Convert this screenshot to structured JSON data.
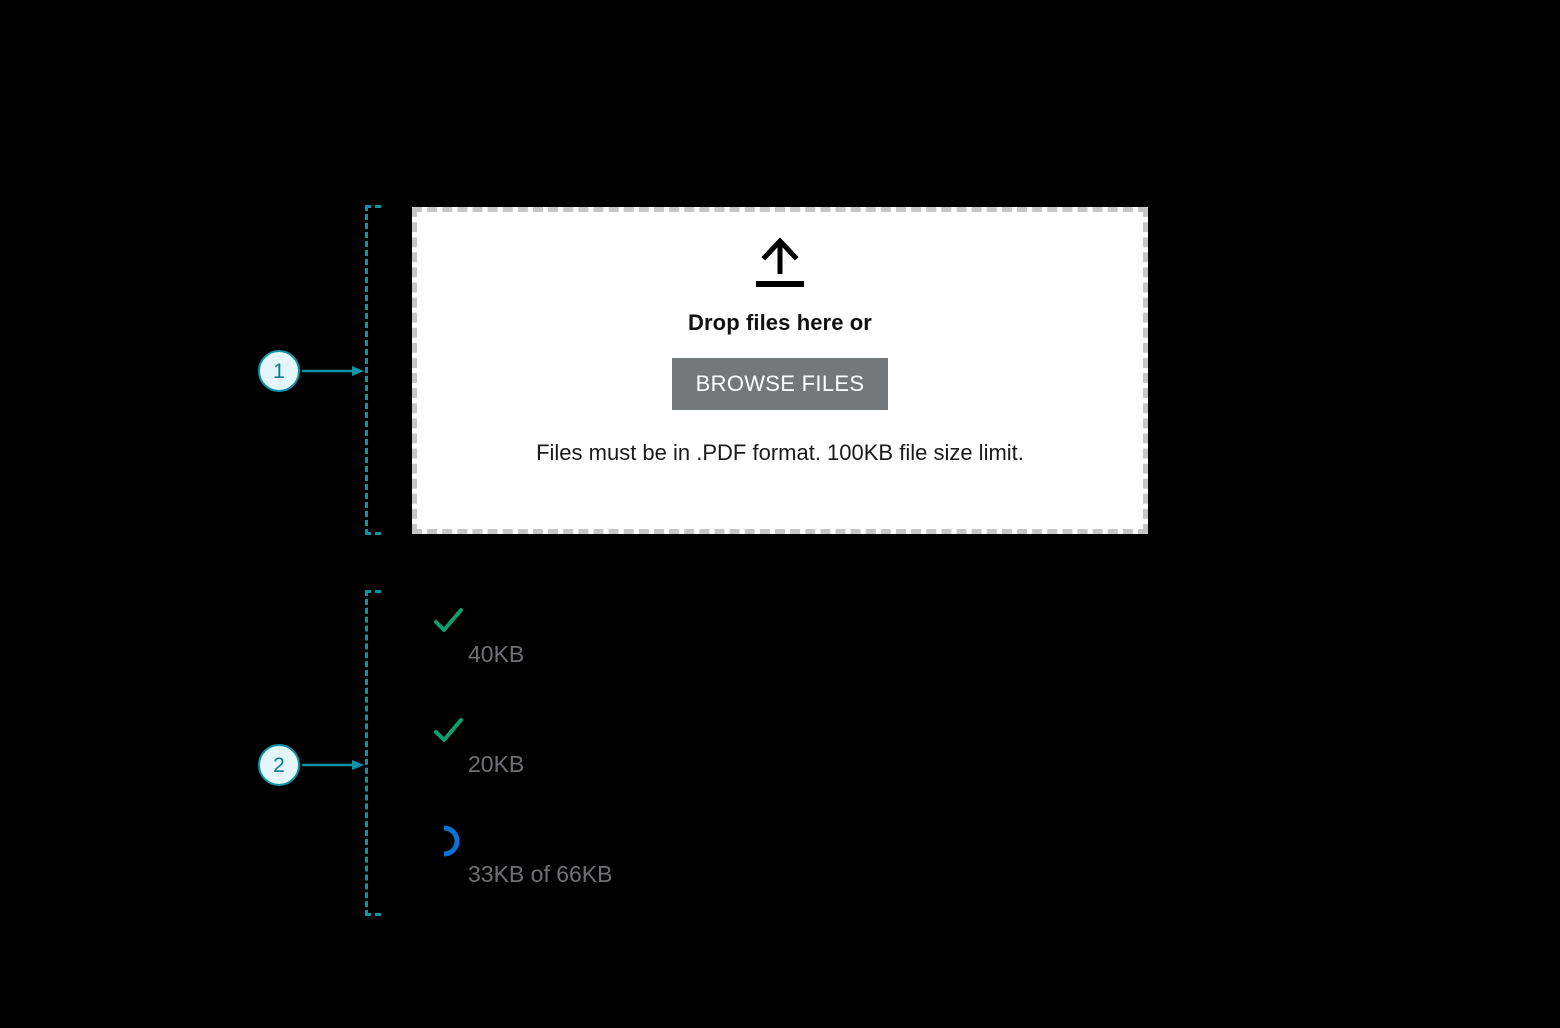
{
  "annotations": {
    "markers": [
      {
        "label": "1",
        "target": "file-upload-dropzone"
      },
      {
        "label": "2",
        "target": "uploaded-file-list"
      }
    ],
    "accent_color": "#0C93A8",
    "marker_fill": "#E2F6FB"
  },
  "dropzone": {
    "icon": "upload-arrow-icon",
    "title": "Drop files here or",
    "browse_label": "BROWSE FILES",
    "hint": "Files must be in .PDF format. 100KB file size limit.",
    "border_color": "#C6C6C6",
    "background": "#FFFFFF",
    "button_color": "#75787B"
  },
  "file_list": {
    "files": [
      {
        "status": "complete",
        "status_icon": "green-check-icon",
        "name": "",
        "size": "40KB"
      },
      {
        "status": "complete",
        "status_icon": "green-check-icon",
        "name": "",
        "size": "20KB"
      },
      {
        "status": "uploading",
        "status_icon": "blue-spinner-icon",
        "name": "",
        "size": "33KB of 66KB"
      }
    ],
    "success_color": "#0E9F6E",
    "progress_color": "#0C73D0",
    "size_text_color": "#6E7173"
  }
}
